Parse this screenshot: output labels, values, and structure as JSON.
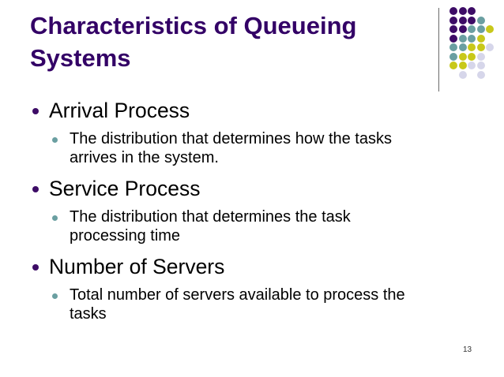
{
  "slide": {
    "title_lines": [
      "Characteristics of Queueing",
      "Systems"
    ],
    "page_number": "13",
    "colors": {
      "title": "#330066",
      "bullet_level1": "#3d0c66",
      "bullet_level2": "#6a9fa1",
      "dot_purple": "#3d0c66",
      "dot_teal": "#6a9fa1",
      "dot_yellow": "#c8c81a",
      "dot_lavender": "#d6d6ea",
      "divider": "#6b6b6b"
    },
    "bullets": [
      {
        "label": "Arrival Process",
        "sub": {
          "lines": [
            "The distribution that determines how the tasks",
            "arrives in the system."
          ]
        }
      },
      {
        "label": "Service Process",
        "sub": {
          "lines": [
            "The distribution that determines the task",
            "processing time"
          ]
        }
      },
      {
        "label": "Number of Servers",
        "sub": {
          "lines": [
            "Total number of servers available to process the",
            "tasks"
          ]
        }
      }
    ],
    "decoration": {
      "dot_grid_icon": [
        [
          "P",
          "P",
          "P",
          "",
          ""
        ],
        [
          "P",
          "P",
          "P",
          "T",
          ""
        ],
        [
          "P",
          "P",
          "T",
          "T",
          "Y"
        ],
        [
          "P",
          "T",
          "T",
          "Y",
          ""
        ],
        [
          "T",
          "T",
          "Y",
          "Y",
          "L"
        ],
        [
          "T",
          "Y",
          "Y",
          "L",
          ""
        ],
        [
          "Y",
          "Y",
          "L",
          "L",
          ""
        ],
        [
          "",
          "L",
          "",
          "L",
          ""
        ]
      ]
    }
  }
}
